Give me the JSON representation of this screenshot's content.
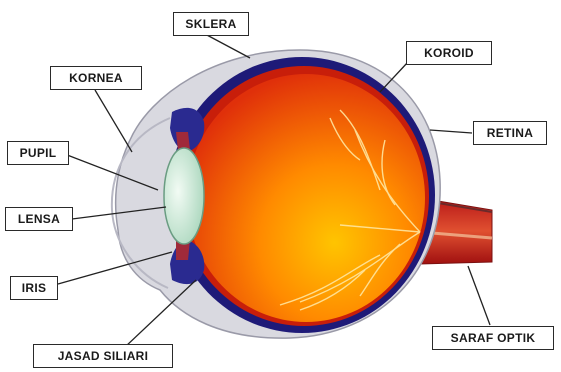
{
  "labels": {
    "sklera": "SKLERA",
    "koroid": "KOROID",
    "kornea": "KORNEA",
    "pupil": "PUPIL",
    "retina": "RETINA",
    "lensa": "LENSA",
    "iris": "IRIS",
    "saraf_optik": "SARAF OPTIK",
    "jasad_siliari": "JASAD SILIARI"
  },
  "colors": {
    "sclera": "#d4d4dc",
    "choroid": "#1e1a78",
    "retina": "#c81e0a",
    "vitreous_core": "#ffb400",
    "vitreous_edge": "#e23a08",
    "lens": "#cfe8d8",
    "vessel": "#ffe6a0"
  }
}
